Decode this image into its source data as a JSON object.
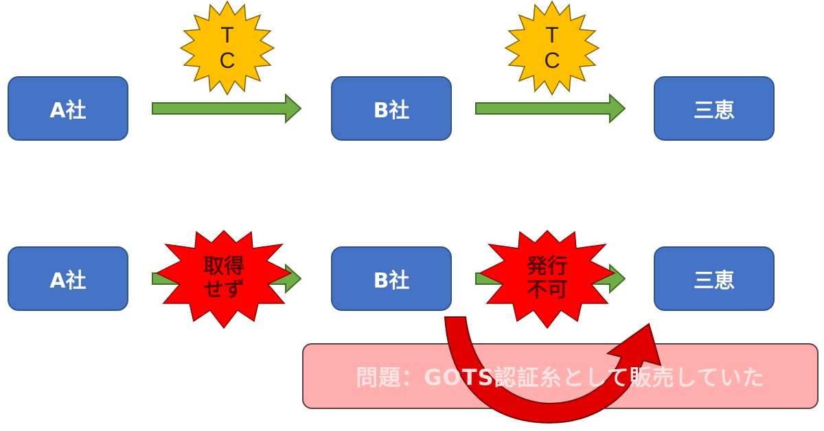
{
  "flow_normal": {
    "nodes": [
      {
        "label": "A社"
      },
      {
        "label": "B社"
      },
      {
        "label": "三恵"
      }
    ],
    "badges": [
      {
        "line1": "T",
        "line2": "C",
        "color": "#ffc000"
      },
      {
        "line1": "T",
        "line2": "C",
        "color": "#ffc000"
      }
    ]
  },
  "flow_problem": {
    "nodes": [
      {
        "label": "A社"
      },
      {
        "label": "B社"
      },
      {
        "label": "三恵"
      }
    ],
    "badges": [
      {
        "line1": "取得",
        "line2": "せず",
        "color": "#ff0000"
      },
      {
        "line1": "発行",
        "line2": "不可",
        "color": "#ff0000"
      }
    ]
  },
  "problem_banner": {
    "text": "問題：GOTS認証糸として販売していた"
  },
  "colors": {
    "node_fill": "#4472c4",
    "arrow_fill": "#70ad47",
    "tc_badge": "#ffc000",
    "alert_badge": "#ff0000",
    "curved_arrow": "#d90000",
    "banner_fill": "#ff9999"
  }
}
